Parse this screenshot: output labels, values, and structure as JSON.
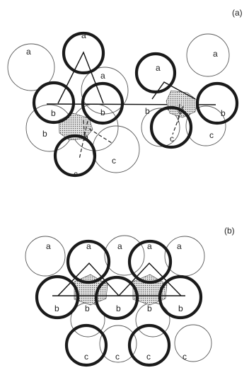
{
  "panels": {
    "a": {
      "label": "(a)"
    },
    "b": {
      "label": "(b)"
    }
  },
  "sphere_labels": {
    "a": "a",
    "b": "b",
    "c": "c"
  }
}
